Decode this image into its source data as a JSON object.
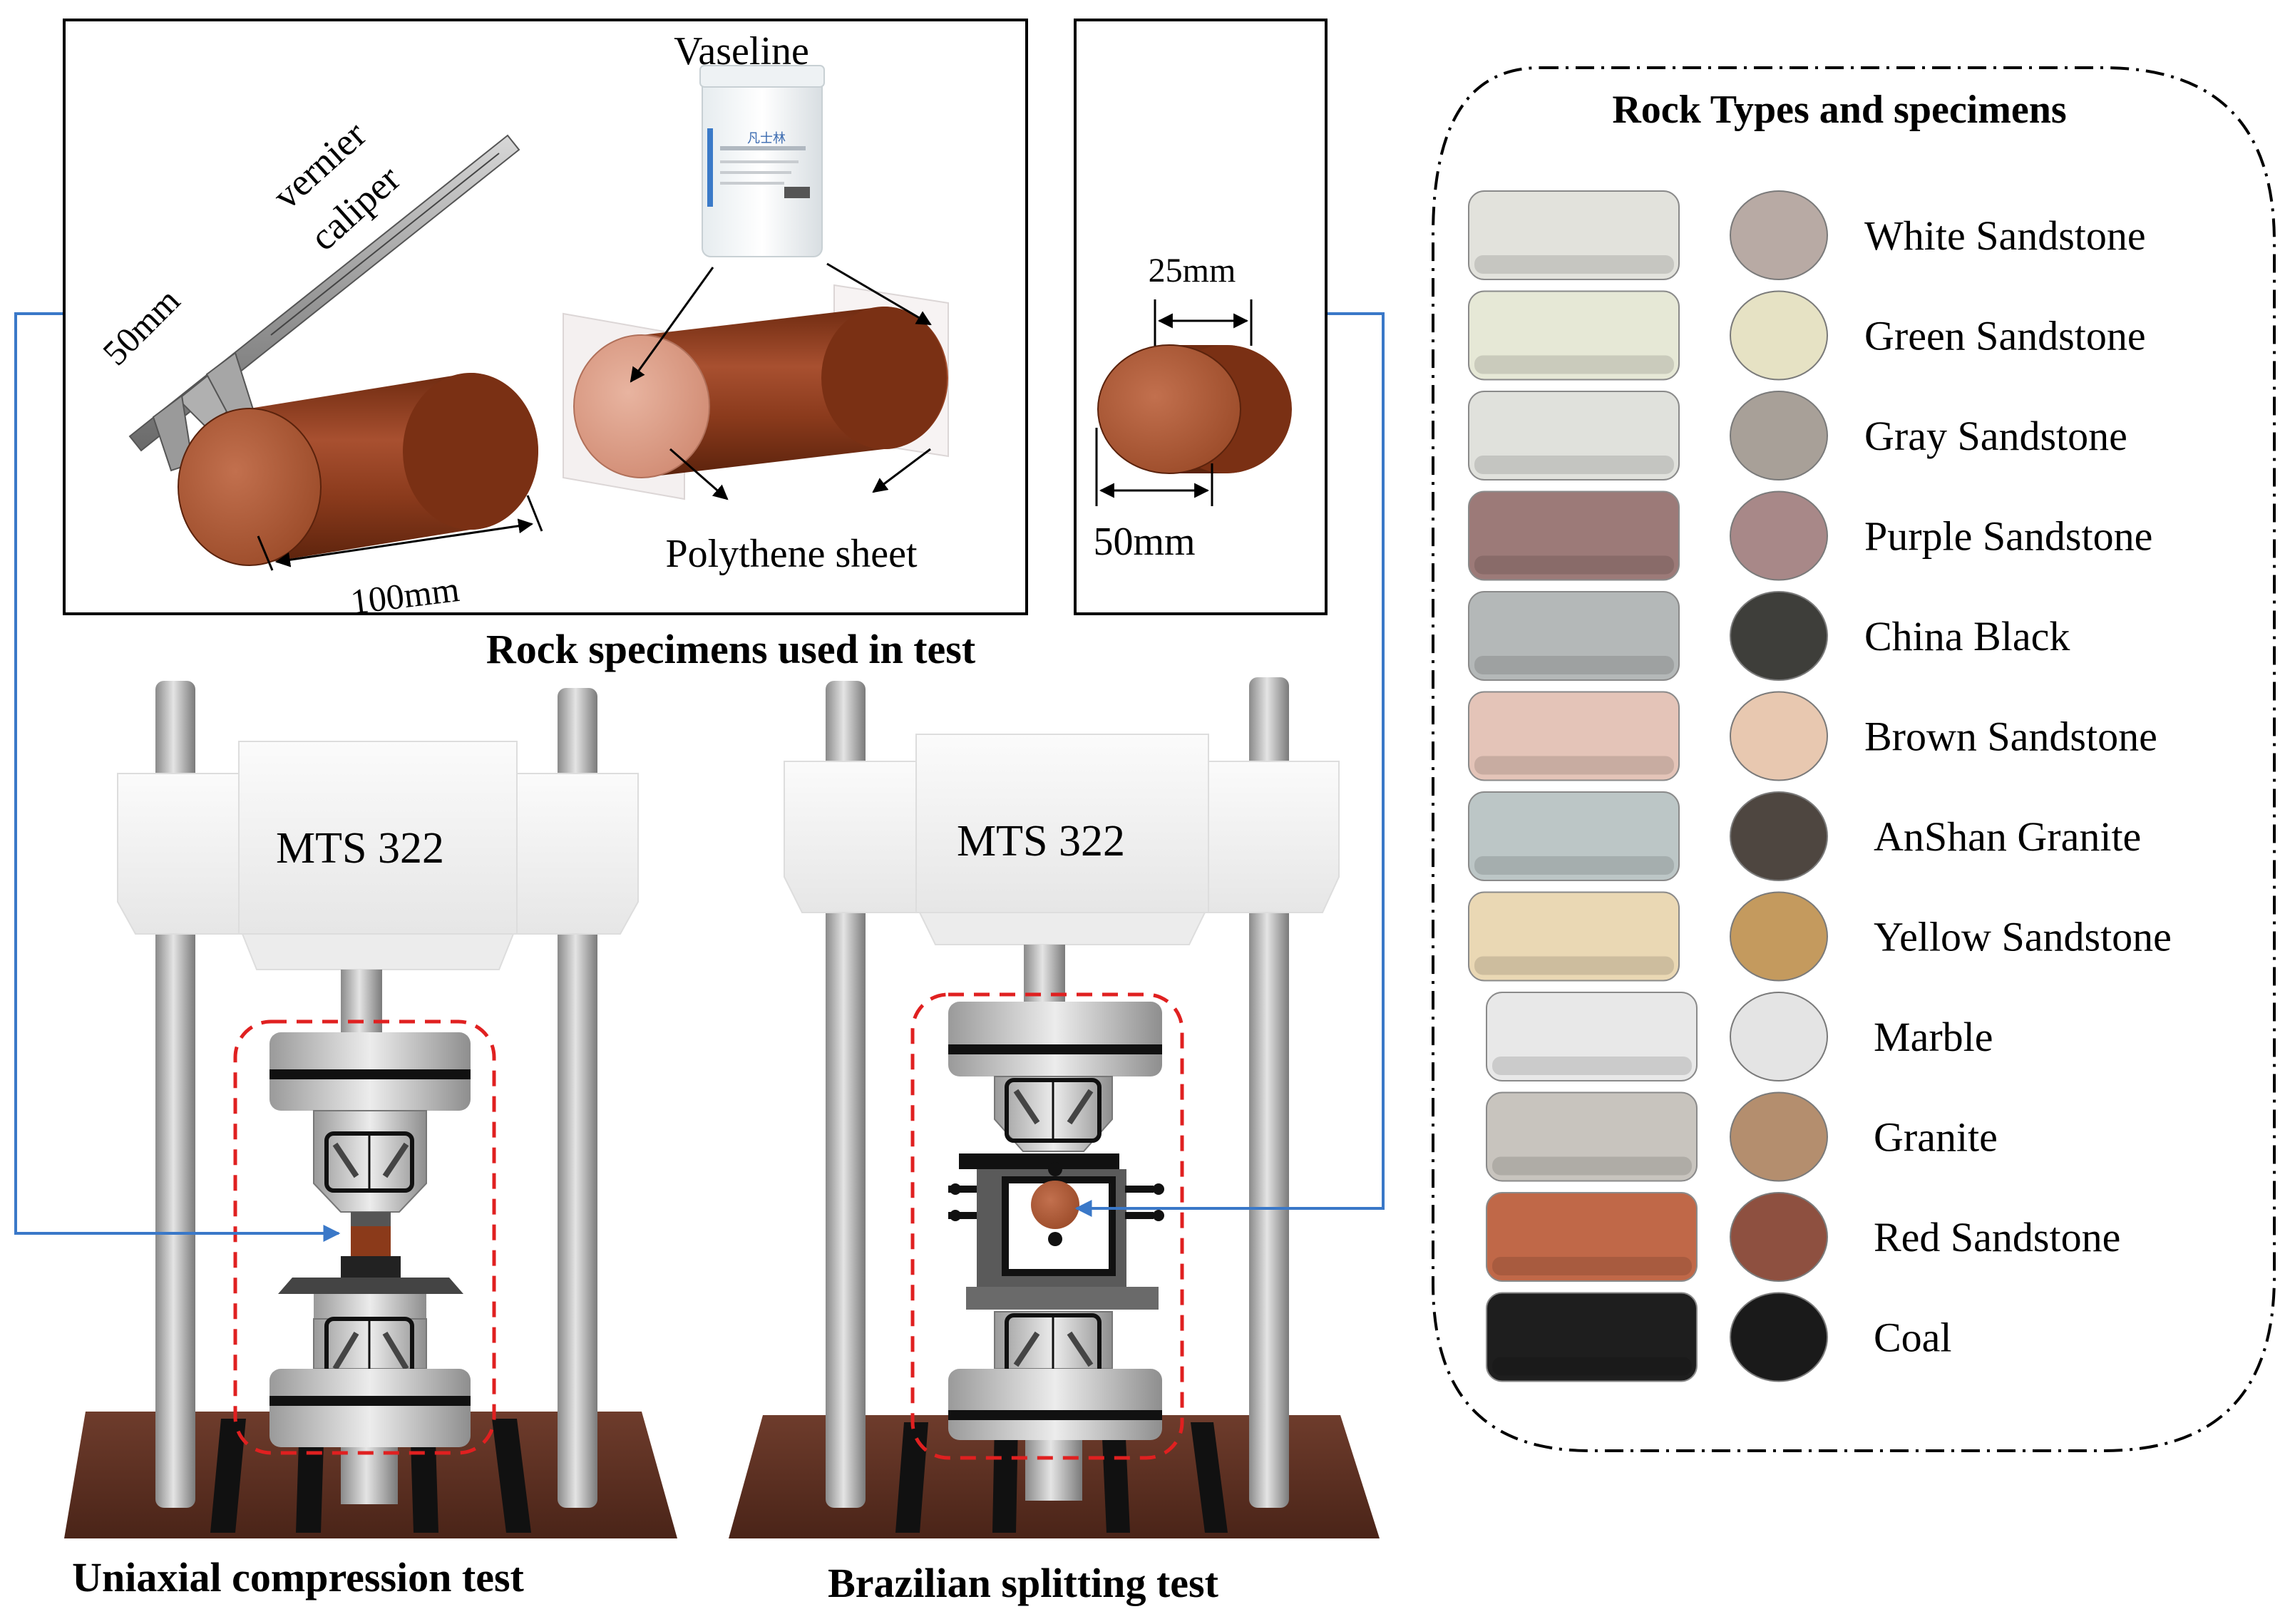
{
  "specimen_panel": {
    "vaseline_label": "Vaseline",
    "caliper_label_line1": "vernier",
    "caliper_label_line2": "caliper",
    "dim_50mm_left": "50mm",
    "dim_100mm": "100mm",
    "polythene_label": "Polythene sheet",
    "section_caption": "Rock specimens used in test",
    "jar_brand": "凡士林"
  },
  "brazil_specimen_panel": {
    "dim_25mm": "25mm",
    "dim_50mm": "50mm"
  },
  "machines": [
    {
      "label": "MTS 322",
      "caption": "Uniaxial compression test"
    },
    {
      "label": "MTS 322",
      "caption": "Brazilian splitting test"
    }
  ],
  "rock_types": {
    "title": "Rock Types and specimens",
    "items": [
      {
        "name": "White Sandstone",
        "cyl": "#e2e2dc",
        "disc": "#b8aaa4"
      },
      {
        "name": "Green Sandstone",
        "cyl": "#e6e8d6",
        "disc": "#e6e2c4"
      },
      {
        "name": "Gray Sandstone",
        "cyl": "#e0e1dc",
        "disc": "#a8a098"
      },
      {
        "name": "Purple Sandstone",
        "cyl": "#9c7a78",
        "disc": "#a88888"
      },
      {
        "name": "China Black",
        "cyl": "#b4b8b8",
        "disc": "#3e3e3a"
      },
      {
        "name": "Brown Sandstone",
        "cyl": "#e4c4b8",
        "disc": "#e8c8b0"
      },
      {
        "name": "AnShan Granite",
        "cyl": "#bcc6c6",
        "disc": "#4e4640"
      },
      {
        "name": "Yellow Sandstone",
        "cyl": "#ead8b4",
        "disc": "#c49a5e"
      },
      {
        "name": "Marble",
        "cyl": "#e8e8e8",
        "disc": "#e4e4e4"
      },
      {
        "name": "Granite",
        "cyl": "#c8c4be",
        "disc": "#b48e6e"
      },
      {
        "name": "Red Sandstone",
        "cyl": "#c06848",
        "disc": "#8e5040"
      },
      {
        "name": "Coal",
        "cyl": "#1e1e1e",
        "disc": "#1a1a1a"
      }
    ]
  },
  "colors": {
    "rock_brown": "#8b3a1a",
    "rock_face": "#b06040",
    "connector_blue": "#3a78c8",
    "dashed_red": "#e02020",
    "base_brown": "#6a3a2a"
  }
}
